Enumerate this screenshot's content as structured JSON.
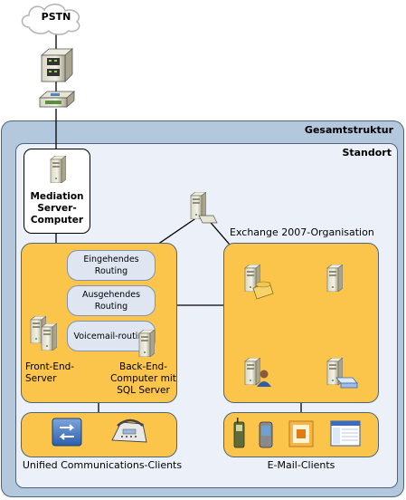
{
  "diagram": {
    "pstn_label": "PSTN",
    "forest_label": "Gesamtstruktur",
    "site_label": "Standort",
    "mediation_label": "Mediation Server-Computer",
    "exchange_label": "Exchange 2007-Organisation",
    "routing": {
      "inbound": "Eingehendes Routing",
      "outbound": "Ausgehendes Routing",
      "voicemail": "Voicemail-routing"
    },
    "frontend_label": "Front-End-Server",
    "backend_label": "Back-End-Computer mit SQL Server",
    "uc_clients_label": "Unified Communications-Clients",
    "email_clients_label": "E-Mail-Clients",
    "icons": [
      "cloud-icon",
      "pbx-icon",
      "gateway-icon",
      "mediation-server-icon",
      "edge-server-icon",
      "exchange-um-server-icon",
      "exchange-server-icon",
      "exchange-user-server-icon",
      "exchange-mailbox-server-icon",
      "front-end-server-icon",
      "back-end-sql-server-icon",
      "communicator-client-icon",
      "ip-phone-icon",
      "mobile-phone-icon",
      "smartphone-icon",
      "outlook-icon",
      "web-access-icon"
    ]
  }
}
